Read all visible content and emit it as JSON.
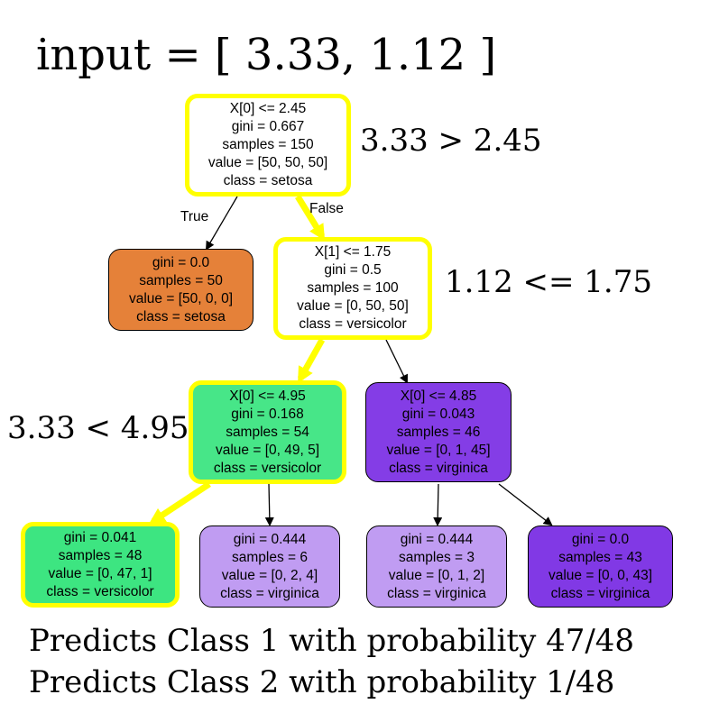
{
  "title": "input = [ 3.33, 1.12 ]",
  "annotations": {
    "root": "3.33 > 2.45",
    "level1": "1.12 <= 1.75",
    "level2": "3.33 < 4.95"
  },
  "edge_labels": {
    "true": "True",
    "false": "False"
  },
  "colors": {
    "highlight": "#ffff00",
    "setosa": "#e58139",
    "versicolor_strong": "#3de581",
    "versicolor_mid": "#47e688",
    "virginica_strong": "#8139e5",
    "virginica_mid": "#843de6",
    "virginica_light": "#c09cf2",
    "white": "#ffffff"
  },
  "nodes": {
    "root": [
      "X[0] <= 2.45",
      "gini = 0.667",
      "samples = 150",
      "value = [50, 50, 50]",
      "class = setosa"
    ],
    "setosa_leaf": [
      "gini = 0.0",
      "samples = 50",
      "value = [50, 0, 0]",
      "class = setosa"
    ],
    "split_x1": [
      "X[1] <= 1.75",
      "gini = 0.5",
      "samples = 100",
      "value = [0, 50, 50]",
      "class = versicolor"
    ],
    "split_left": [
      "X[0] <= 4.95",
      "gini = 0.168",
      "samples = 54",
      "value = [0, 49, 5]",
      "class = versicolor"
    ],
    "split_right": [
      "X[0] <= 4.85",
      "gini = 0.043",
      "samples = 46",
      "value = [0, 1, 45]",
      "class = virginica"
    ],
    "leaf1": [
      "gini = 0.041",
      "samples = 48",
      "value = [0, 47, 1]",
      "class = versicolor"
    ],
    "leaf2": [
      "gini = 0.444",
      "samples = 6",
      "value = [0, 2, 4]",
      "class = virginica"
    ],
    "leaf3": [
      "gini = 0.444",
      "samples = 3",
      "value = [0, 1, 2]",
      "class = virginica"
    ],
    "leaf4": [
      "gini = 0.0",
      "samples = 43",
      "value = [0, 0, 43]",
      "class = virginica"
    ]
  },
  "predictions": [
    "Predicts Class 1 with probability 47/48",
    "Predicts Class 2 with probability  1/48"
  ]
}
